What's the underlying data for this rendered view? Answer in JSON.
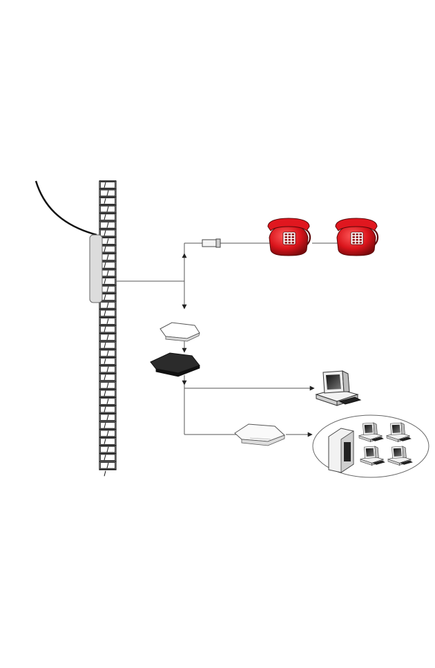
{
  "diagram": {
    "type": "network-wiring-diagram",
    "nodes": [
      {
        "id": "outside-cable",
        "icon": "telephone-line-cable-icon"
      },
      {
        "id": "wall",
        "icon": "brick-wall-icon"
      },
      {
        "id": "wall-jack",
        "icon": "wall-jack-icon"
      },
      {
        "id": "line-filter",
        "icon": "line-filter-icon"
      },
      {
        "id": "telephone-1",
        "icon": "telephone-icon",
        "color": "#d9141b"
      },
      {
        "id": "telephone-2",
        "icon": "telephone-icon",
        "color": "#d9141b"
      },
      {
        "id": "splitter",
        "icon": "splitter-icon"
      },
      {
        "id": "modem",
        "icon": "adsl-modem-icon"
      },
      {
        "id": "pc",
        "icon": "desktop-computer-icon"
      },
      {
        "id": "switch",
        "icon": "network-switch-icon"
      },
      {
        "id": "lan",
        "icon": "lan-cluster-icon"
      }
    ],
    "connections": [
      {
        "from": "wall-jack",
        "to": "line-filter"
      },
      {
        "from": "line-filter",
        "to": "telephone-1"
      },
      {
        "from": "telephone-1",
        "to": "telephone-2"
      },
      {
        "from": "wall-jack",
        "to": "splitter"
      },
      {
        "from": "splitter",
        "to": "modem"
      },
      {
        "from": "modem",
        "to": "pc"
      },
      {
        "from": "modem",
        "to": "switch"
      },
      {
        "from": "switch",
        "to": "lan"
      }
    ],
    "colors": {
      "line": "#555555",
      "phone_red": "#d9141b",
      "phone_dark": "#8e0b0f",
      "modem_dark": "#2b2b2b",
      "wall_gray": "#e6e6e6",
      "jack_gray": "#dcdcdc"
    }
  }
}
